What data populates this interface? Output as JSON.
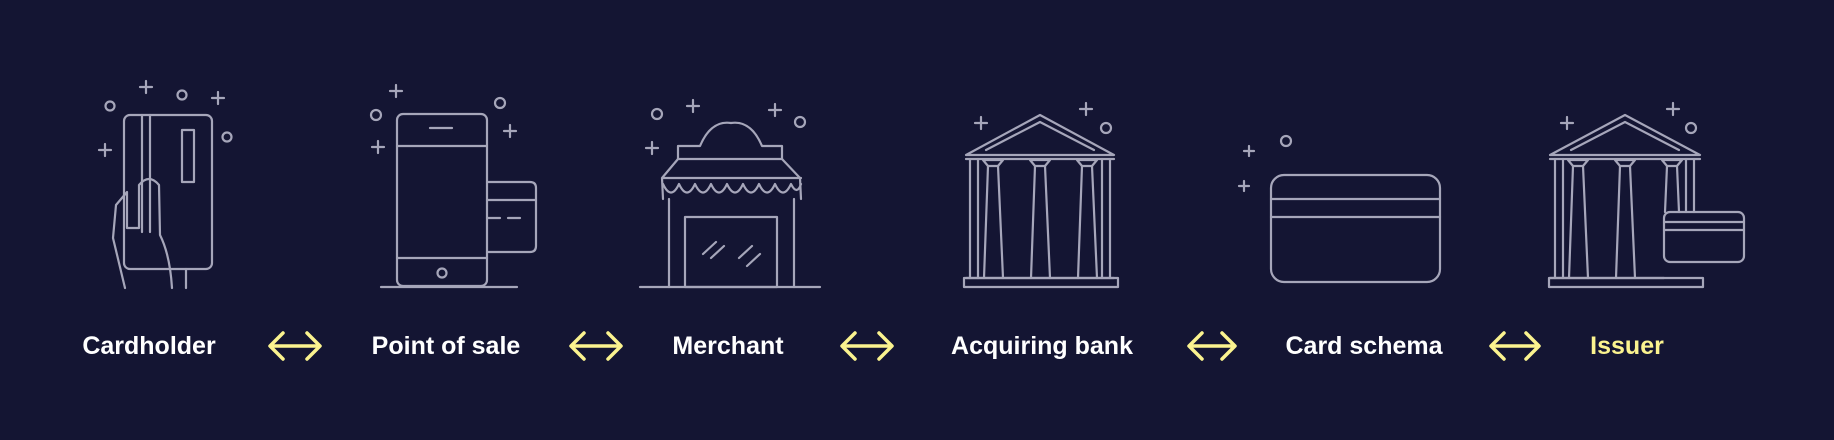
{
  "steps": [
    {
      "id": "cardholder",
      "label": "Cardholder",
      "icon": "hand-holding-card-icon",
      "highlight": false
    },
    {
      "id": "point-of-sale",
      "label": "Point of sale",
      "icon": "phone-card-terminal-icon",
      "highlight": false
    },
    {
      "id": "merchant",
      "label": "Merchant",
      "icon": "storefront-icon",
      "highlight": false
    },
    {
      "id": "acquiring-bank",
      "label": "Acquiring bank",
      "icon": "bank-building-icon",
      "highlight": false
    },
    {
      "id": "card-schema",
      "label": "Card schema",
      "icon": "credit-card-icon",
      "highlight": false
    },
    {
      "id": "issuer",
      "label": "Issuer",
      "icon": "bank-with-card-icon",
      "highlight": true
    }
  ],
  "connector_icon": "bidirectional-arrow-icon",
  "colors": {
    "background": "#141533",
    "icon_stroke": "#a6a6ba",
    "label": "#ffffff",
    "accent": "#fbf38f"
  }
}
